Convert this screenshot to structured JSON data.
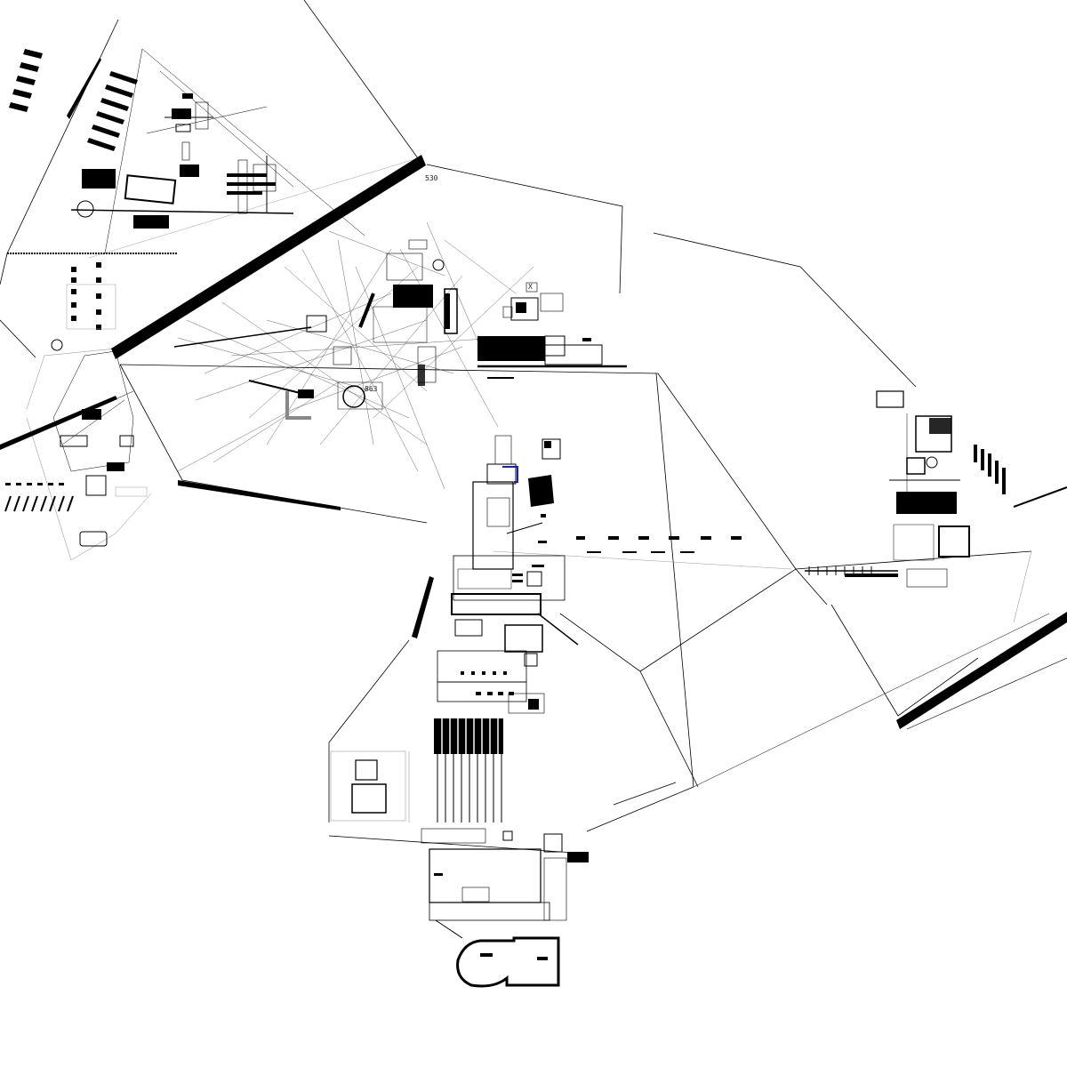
{
  "canvas": {
    "background": "#ffffff",
    "ink": "#000000",
    "accent": "#1a22aa"
  },
  "annotations": {
    "label_530": "530",
    "label_x": "X",
    "label_863": "863"
  }
}
